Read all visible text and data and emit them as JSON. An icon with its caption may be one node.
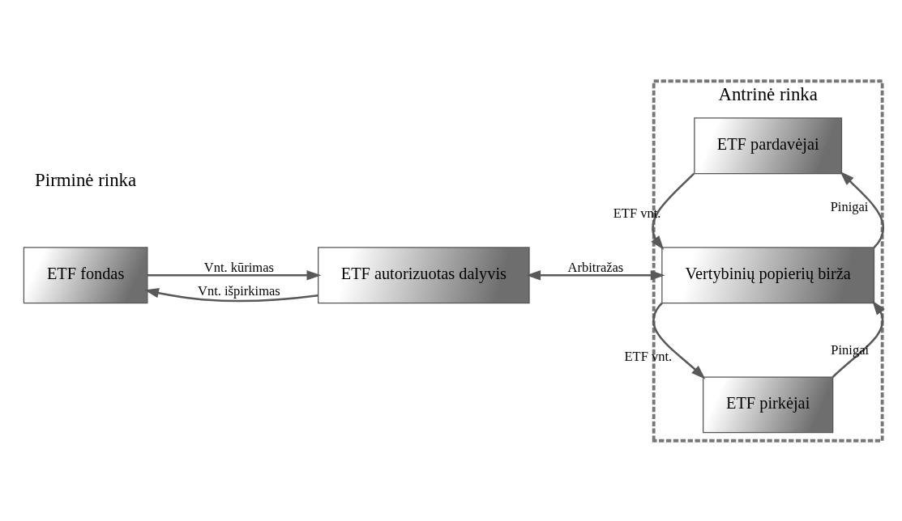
{
  "diagram": {
    "nodes": [
      {
        "text": [
          "ETF fondas"
        ]
      },
      {
        "text": [
          "ETF autorizuotas dalyvis"
        ]
      },
      {
        "text": [
          "Antrinė rinka"
        ]
      },
      {
        "text": [
          "ETF pardavėjai"
        ],
        "in": 2
      },
      {
        "text": [
          "Vertybinių popierių birža"
        ],
        "in": 2
      },
      {
        "text": [
          "ETF pirkėjai"
        ],
        "in": 2
      }
    ],
    "edges": [
      {
        "from": 0,
        "to": 1,
        "arrow": "to",
        "label": "Vnt. kūrimas"
      },
      {
        "from": 1,
        "to": 0,
        "arrow": "to",
        "label": "Vnt. išpirkimas"
      },
      {
        "from": 1,
        "to": 4,
        "arrow": "both",
        "label": "Arbitražas"
      },
      {
        "from": 3,
        "to": 4,
        "arrow": "to",
        "label": "ETF vnt."
      },
      {
        "from": 4,
        "to": 3,
        "arrow": "to",
        "label": "Pinigai"
      },
      {
        "from": 4,
        "to": 5,
        "arrow": "to",
        "label": "ETF vnt."
      },
      {
        "from": 5,
        "to": 4,
        "arrow": "to",
        "label": "Pinigai"
      }
    ],
    "labels": [
      "Pirminė rinka"
    ]
  }
}
